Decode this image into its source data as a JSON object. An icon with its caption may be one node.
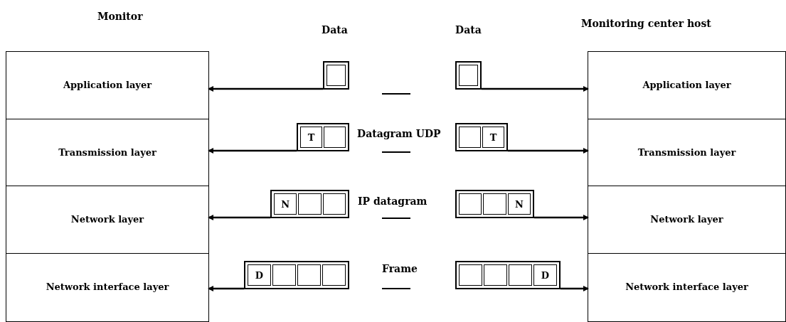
{
  "diagram": {
    "nodes": [
      {
        "text": [
          "Monitor"
        ]
      },
      {
        "text": [
          "Application layer"
        ],
        "in": 0
      },
      {
        "text": [
          "Transmission layer"
        ],
        "in": 0
      },
      {
        "text": [
          "Network layer"
        ],
        "in": 0
      },
      {
        "text": [
          "Network interface layer"
        ],
        "in": 0
      },
      {
        "text": [
          "Monitoring center host"
        ]
      },
      {
        "text": [
          "Application layer"
        ],
        "in": 5
      },
      {
        "text": [
          "Transmission layer"
        ],
        "in": 5
      },
      {
        "text": [
          "Network layer"
        ],
        "in": 5
      },
      {
        "text": [
          "Network interface layer"
        ],
        "in": 5
      },
      {
        "text": [],
        "shape": "box"
      },
      {
        "text": [],
        "shape": "box",
        "in": 10
      },
      {
        "text": [],
        "shape": "box"
      },
      {
        "text": [],
        "shape": "box",
        "in": 12
      },
      {
        "text": [],
        "shape": "box"
      },
      {
        "text": [
          "T"
        ],
        "in": 14
      },
      {
        "text": [],
        "shape": "box",
        "in": 14
      },
      {
        "text": [],
        "shape": "box"
      },
      {
        "text": [],
        "shape": "box",
        "in": 17
      },
      {
        "text": [
          "T"
        ],
        "in": 17
      },
      {
        "text": [],
        "shape": "box"
      },
      {
        "text": [
          "N"
        ],
        "in": 20
      },
      {
        "text": [],
        "shape": "box",
        "in": 20
      },
      {
        "text": [],
        "shape": "box",
        "in": 20
      },
      {
        "text": [],
        "shape": "box"
      },
      {
        "text": [],
        "shape": "box",
        "in": 24
      },
      {
        "text": [],
        "shape": "box",
        "in": 24
      },
      {
        "text": [
          "N"
        ],
        "in": 24
      },
      {
        "text": [],
        "shape": "box"
      },
      {
        "text": [
          "D"
        ],
        "in": 28
      },
      {
        "text": [],
        "shape": "box",
        "in": 28
      },
      {
        "text": [],
        "shape": "box",
        "in": 28
      },
      {
        "text": [],
        "shape": "box",
        "in": 28
      },
      {
        "text": [],
        "shape": "box"
      },
      {
        "text": [],
        "shape": "box",
        "in": 33
      },
      {
        "text": [],
        "shape": "box",
        "in": 33
      },
      {
        "text": [],
        "shape": "box",
        "in": 33
      },
      {
        "text": [
          "D"
        ],
        "in": 33
      }
    ],
    "edges": [
      {
        "from": 10,
        "to": 1,
        "arrow": "to"
      },
      {
        "from": 12,
        "to": 6,
        "arrow": "to"
      },
      {
        "from": 14,
        "to": 2,
        "arrow": "to"
      },
      {
        "from": 17,
        "to": 7,
        "arrow": "to"
      },
      {
        "from": 20,
        "to": 3,
        "arrow": "to"
      },
      {
        "from": 24,
        "to": 8,
        "arrow": "to"
      },
      {
        "from": 28,
        "to": 4,
        "arrow": "to"
      },
      {
        "from": 33,
        "to": 9,
        "arrow": "to"
      }
    ],
    "labels": [
      "Data",
      "Data",
      "Datagram UDP",
      "IP datagram",
      "Frame"
    ]
  }
}
